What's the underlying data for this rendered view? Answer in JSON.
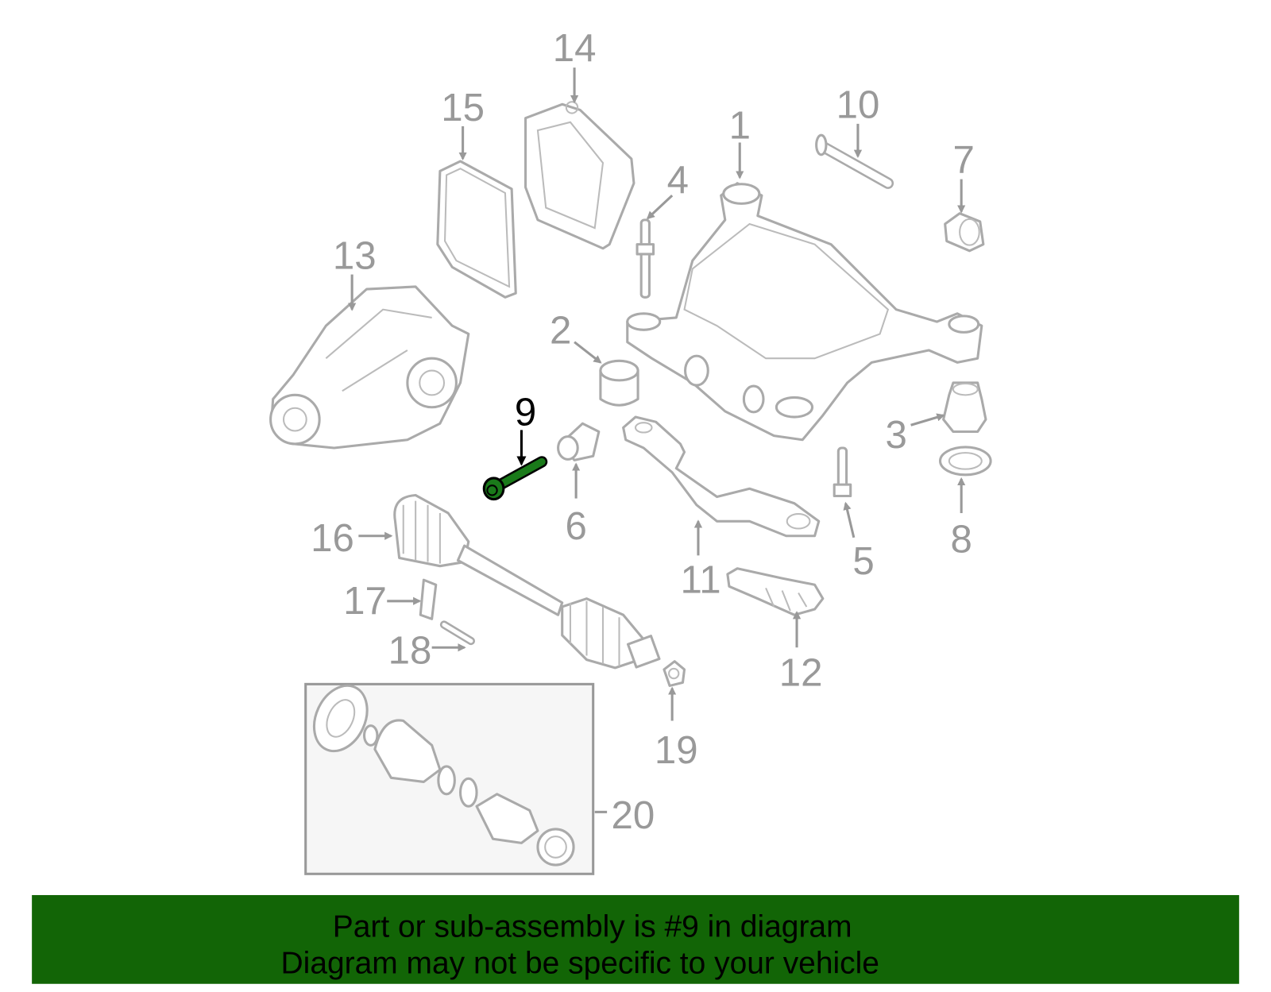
{
  "diagram": {
    "selected_part": "9",
    "callouts": [
      "1",
      "2",
      "3",
      "4",
      "5",
      "6",
      "7",
      "8",
      "9",
      "10",
      "11",
      "12",
      "13",
      "14",
      "15",
      "16",
      "17",
      "18",
      "19",
      "20"
    ],
    "highlight_color": "#1a7a1a"
  },
  "banner": {
    "line1": "Part or sub-assembly is #9 in diagram",
    "line2": "Diagram may not be specific to your vehicle",
    "color": "#126506"
  }
}
